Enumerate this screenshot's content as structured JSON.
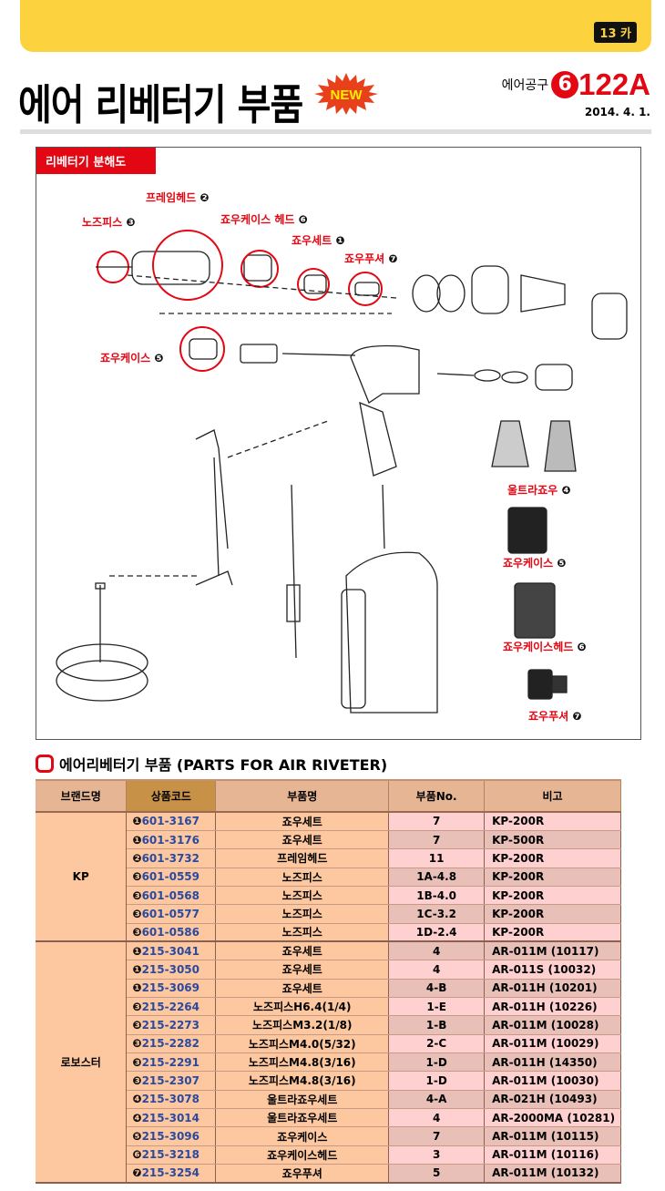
{
  "header": {
    "page_badge": "13 카",
    "title": "에어 리베터기 부품",
    "new_badge": "NEW",
    "category_label": "에어공구",
    "category_number": "6",
    "catalog_code": "122A",
    "date": "2014. 4. 1."
  },
  "diagram": {
    "tag": "리베터기 분해도",
    "labels": [
      {
        "text": "프레임헤드",
        "num": "❷"
      },
      {
        "text": "노즈피스",
        "num": "❸"
      },
      {
        "text": "죠우케이스 헤드",
        "num": "❻"
      },
      {
        "text": "죠우세트",
        "num": "❶"
      },
      {
        "text": "죠우푸셔",
        "num": "❼"
      },
      {
        "text": "죠우케이스",
        "num": "❺"
      },
      {
        "text": "울트라죠우",
        "num": "❹"
      },
      {
        "text": "죠우케이스",
        "num": "❺"
      },
      {
        "text": "죠우케이스헤드",
        "num": "❻"
      },
      {
        "text": "죠우푸셔",
        "num": "❼"
      }
    ]
  },
  "table": {
    "section_title": "에어리베터기 부품 (PARTS FOR AIR RIVETER)",
    "headers": [
      "브랜드명",
      "상품코드",
      "부품명",
      "부품No.",
      "비고"
    ],
    "groups": [
      {
        "brand": "KP",
        "rows": [
          [
            "❶",
            "601-3167",
            "죠우세트",
            "7",
            "KP-200R"
          ],
          [
            "❶",
            "601-3176",
            "죠우세트",
            "7",
            "KP-500R"
          ],
          [
            "❷",
            "601-3732",
            "프레임헤드",
            "11",
            "KP-200R"
          ],
          [
            "❸",
            "601-0559",
            "노즈피스",
            "1A-4.8",
            "KP-200R"
          ],
          [
            "❸",
            "601-0568",
            "노즈피스",
            "1B-4.0",
            "KP-200R"
          ],
          [
            "❸",
            "601-0577",
            "노즈피스",
            "1C-3.2",
            "KP-200R"
          ],
          [
            "❸",
            "601-0586",
            "노즈피스",
            "1D-2.4",
            "KP-200R"
          ]
        ]
      },
      {
        "brand": "로보스터",
        "rows": [
          [
            "❶",
            "215-3041",
            "죠우세트",
            "4",
            "AR-011M (10117)"
          ],
          [
            "❶",
            "215-3050",
            "죠우세트",
            "4",
            "AR-011S (10032)"
          ],
          [
            "❶",
            "215-3069",
            "죠우세트",
            "4-B",
            "AR-011H (10201)"
          ],
          [
            "❸",
            "215-2264",
            "노즈피스H6.4(1/4)",
            "1-E",
            "AR-011H (10226)"
          ],
          [
            "❸",
            "215-2273",
            "노즈피스M3.2(1/8)",
            "1-B",
            "AR-011M (10028)"
          ],
          [
            "❸",
            "215-2282",
            "노즈피스M4.0(5/32)",
            "2-C",
            "AR-011M (10029)"
          ],
          [
            "❸",
            "215-2291",
            "노즈피스M4.8(3/16)",
            "1-D",
            "AR-011H (14350)"
          ],
          [
            "❸",
            "215-2307",
            "노즈피스M4.8(3/16)",
            "1-D",
            "AR-011M (10030)"
          ],
          [
            "❹",
            "215-3078",
            "울트라죠우세트",
            "4-A",
            "AR-021H (10493)"
          ],
          [
            "❹",
            "215-3014",
            "울트라죠우세트",
            "4",
            "AR-2000MA (10281)"
          ],
          [
            "❺",
            "215-3096",
            "죠우케이스",
            "7",
            "AR-011M (10115)"
          ],
          [
            "❻",
            "215-3218",
            "죠우케이스헤드",
            "3",
            "AR-011M (10116)"
          ],
          [
            "❼",
            "215-3254",
            "죠우푸셔",
            "5",
            "AR-011M (10132)"
          ]
        ]
      }
    ]
  }
}
